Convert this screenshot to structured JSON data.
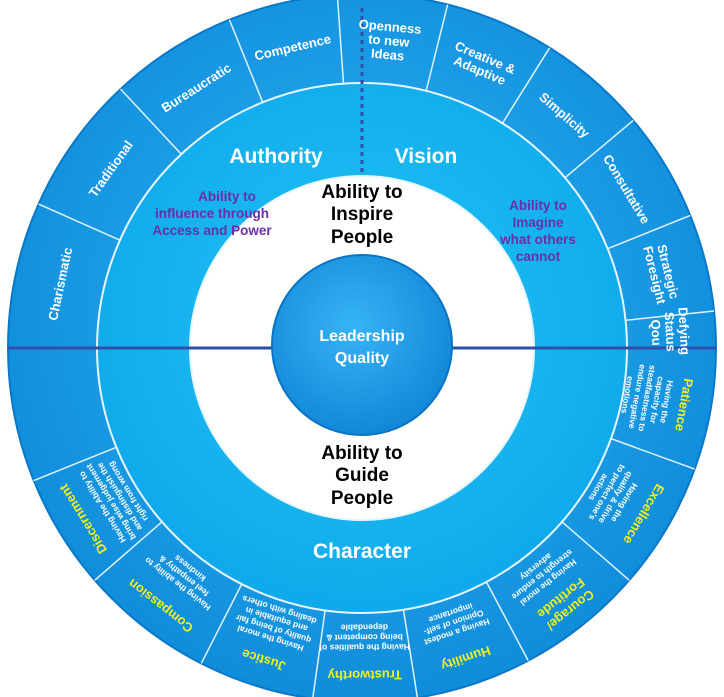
{
  "colors": {
    "outer_ring": "#18a0ec",
    "middle_ring": "#12b8f0",
    "white_ring": "#ffffff",
    "core": "#1a9ded",
    "divider_line": "#2f4fa8",
    "segment_line": "#dff3ff",
    "purple_text": "#6a2fa6",
    "yellow_text": "#f3ef1e"
  },
  "core": {
    "line1": "Leadership",
    "line2": "Quality"
  },
  "sectors": {
    "authority": "Authority",
    "vision": "Vision",
    "character": "Character"
  },
  "ring_descriptions": {
    "authority": [
      "Ability to",
      "influence through",
      "Access and Power"
    ],
    "vision": [
      "Ability to",
      "Imagine",
      "what others",
      "cannot"
    ]
  },
  "abilities": {
    "inspire": [
      "Ability to",
      "Inspire",
      "People"
    ],
    "guide": [
      "Ability to",
      "Guide",
      "People"
    ]
  },
  "top_segments": [
    {
      "lines": [
        "Charismatic"
      ]
    },
    {
      "lines": [
        "Traditional"
      ]
    },
    {
      "lines": [
        "Bureaucratic"
      ]
    },
    {
      "lines": [
        "Competence"
      ]
    },
    {
      "lines": [
        "Openness",
        "to new",
        "Ideas"
      ]
    },
    {
      "lines": [
        "Creative &",
        "Adaptive"
      ]
    },
    {
      "lines": [
        "Simplicity"
      ]
    },
    {
      "lines": [
        "Consultative"
      ]
    },
    {
      "lines": [
        "Strategic",
        "Foresight"
      ]
    },
    {
      "lines": [
        "Defying",
        "Status",
        "Qou"
      ]
    }
  ],
  "bottom_segments": [
    {
      "title": "Patience",
      "desc": [
        "Having the",
        "capacity for",
        "steadfastness to",
        "endure negative",
        "emotions"
      ]
    },
    {
      "title": "Excellence",
      "desc": [
        "Having the",
        "quality & drive",
        "to perfect one's",
        "actions"
      ]
    },
    {
      "title": "Courage/",
      "title2": "Fortitude",
      "desc": [
        "Having the moral",
        "strength to endure",
        "adversity"
      ]
    },
    {
      "title": "Humility",
      "desc": [
        "Having a modest",
        "Opinion of self-",
        "importance"
      ]
    },
    {
      "title": "Trustworthy",
      "desc": [
        "Having the qualities of",
        "being competent &",
        "dependable"
      ]
    },
    {
      "title": "Justice",
      "desc": [
        "Having the moral",
        "quality of being fair",
        "and equitable in",
        "dealing with others"
      ]
    },
    {
      "title": "Compassion",
      "desc": [
        "Having the ability to",
        "feel empathy &",
        "kindness"
      ]
    },
    {
      "title": "Discernment",
      "desc": [
        "Having the Ability to",
        "bring wise judgement",
        "and distinguish the",
        "right from wrong"
      ]
    }
  ]
}
